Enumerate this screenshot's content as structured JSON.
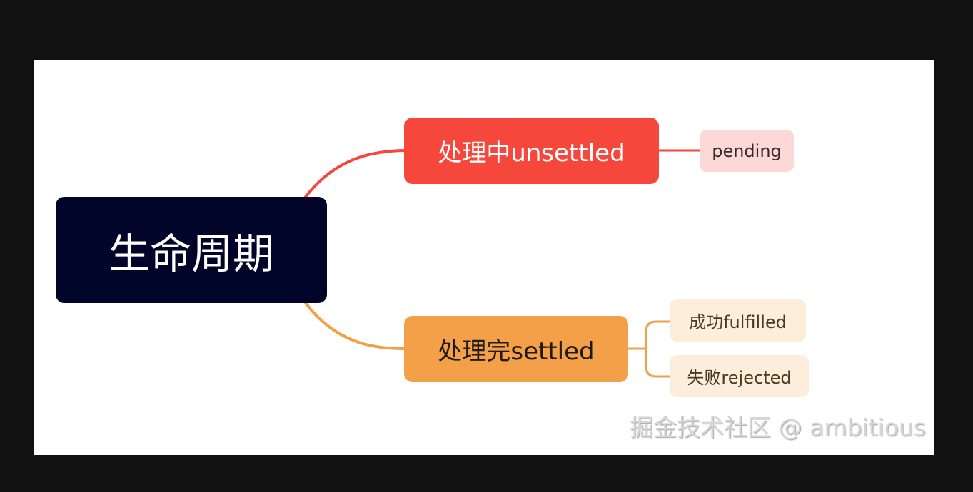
{
  "mindmap": {
    "root": {
      "label": "生命周期"
    },
    "branches": [
      {
        "label": "处理中unsettled",
        "color": "#f5473b",
        "children": [
          {
            "label": "pending",
            "color": "#fcd8d6"
          }
        ]
      },
      {
        "label": "处理完settled",
        "color": "#f3a048",
        "children": [
          {
            "label": "成功fulfilled",
            "color": "#fdeedc"
          },
          {
            "label": "失败rejected",
            "color": "#fdeedc"
          }
        ]
      }
    ]
  },
  "watermark": {
    "text": "掘金技术社区 @ ambitious"
  },
  "colors": {
    "root_background": "#02052a",
    "page_background": "#ffffff",
    "frame_background": "#111111"
  }
}
